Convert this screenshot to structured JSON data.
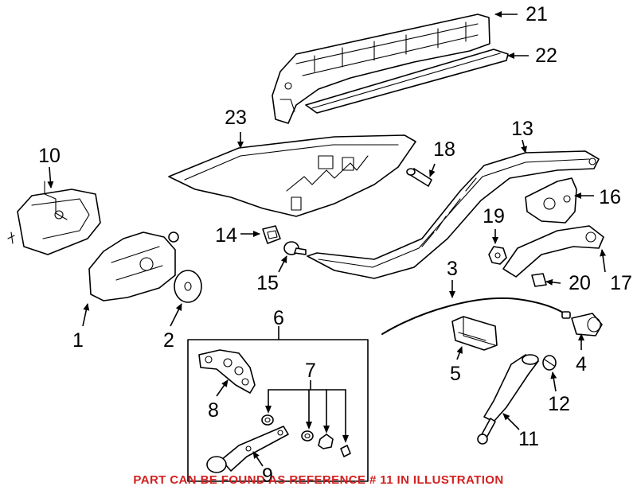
{
  "footer": {
    "text": "PART CAN BE FOUND AS REFERENCE # 11 IN ILLUSTRATION",
    "color": "#d32020"
  },
  "callouts": [
    {
      "id": "1",
      "label": "1"
    },
    {
      "id": "2",
      "label": "2"
    },
    {
      "id": "3",
      "label": "3"
    },
    {
      "id": "4",
      "label": "4"
    },
    {
      "id": "5",
      "label": "5"
    },
    {
      "id": "6",
      "label": "6"
    },
    {
      "id": "7",
      "label": "7"
    },
    {
      "id": "8",
      "label": "8"
    },
    {
      "id": "9",
      "label": "9"
    },
    {
      "id": "10",
      "label": "10"
    },
    {
      "id": "11",
      "label": "11"
    },
    {
      "id": "12",
      "label": "12"
    },
    {
      "id": "13",
      "label": "13"
    },
    {
      "id": "14",
      "label": "14"
    },
    {
      "id": "15",
      "label": "15"
    },
    {
      "id": "16",
      "label": "16"
    },
    {
      "id": "17",
      "label": "17"
    },
    {
      "id": "18",
      "label": "18"
    },
    {
      "id": "19",
      "label": "19"
    },
    {
      "id": "20",
      "label": "20"
    },
    {
      "id": "21",
      "label": "21"
    },
    {
      "id": "22",
      "label": "22"
    },
    {
      "id": "23",
      "label": "23"
    }
  ]
}
